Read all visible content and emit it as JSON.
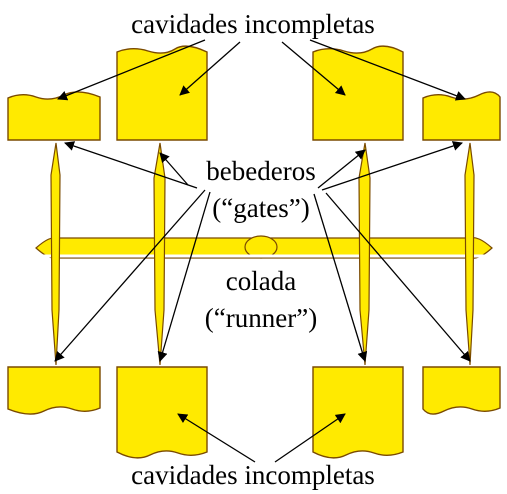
{
  "labels": {
    "top": "cavidades incompletas",
    "bottom": "cavidades incompletas",
    "gates_line1": "bebederos",
    "gates_line2": "(“gates”)",
    "runner_line1": "colada",
    "runner_line2": "(“runner”)"
  },
  "colors": {
    "fill": "#ffea00",
    "outline": "#7a4a00",
    "arrow": "#000000"
  }
}
